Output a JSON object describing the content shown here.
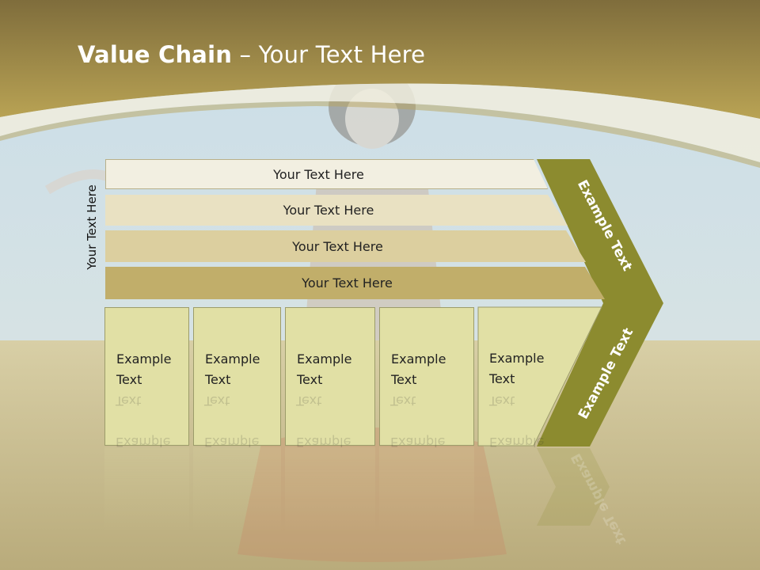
{
  "slide": {
    "title_bold": "Value Chain",
    "title_rest": " – Your Text Here",
    "side_label": "Your Text Here",
    "bars": [
      {
        "label": "Your Text Here"
      },
      {
        "label": "Your Text Here"
      },
      {
        "label": "Your Text Here"
      },
      {
        "label": "Your Text Here"
      }
    ],
    "boxes": [
      {
        "line1": "Example",
        "line2": "Text"
      },
      {
        "line1": "Example",
        "line2": "Text"
      },
      {
        "line1": "Example",
        "line2": "Text"
      },
      {
        "line1": "Example",
        "line2": "Text"
      },
      {
        "line1": "Example",
        "line2": "Text"
      }
    ],
    "arrow_top_label": "Example Text",
    "arrow_bottom_label": "Example Text"
  },
  "colors": {
    "header_gold": "#a78f47",
    "chevron_olive": "#8c8b2f",
    "box_fill": "#e1e0a5",
    "sky": "#c5dbe6",
    "field": "#b7a974"
  }
}
